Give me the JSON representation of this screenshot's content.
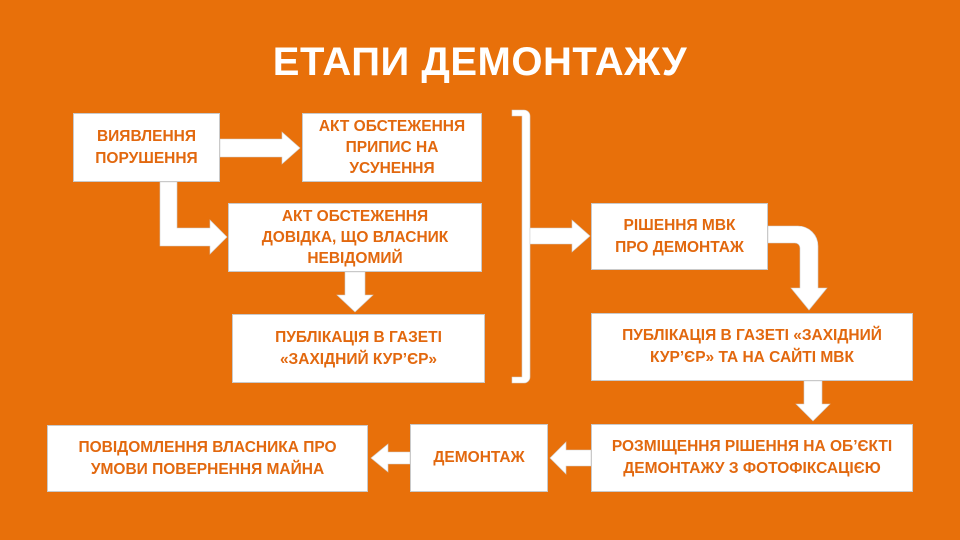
{
  "title": "ЕТАПИ ДЕМОНТАЖУ",
  "boxes": {
    "detect": "ВИЯВЛЕННЯ\nПОРУШЕННЯ",
    "act_order": "АКТ ОБСТЕЖЕННЯ\nПРИПИС НА\nУСУНЕННЯ",
    "act_unknown": "АКТ ОБСТЕЖЕННЯ\nДОВІДКА, ЩО ВЛАСНИК\nНЕВІДОМИЙ",
    "publication_newspaper": "ПУБЛІКАЦІЯ В ГАЗЕТІ\n«ЗАХІДНИЙ КУР’ЄР»",
    "decision": "РІШЕННЯ МВК\nПРО ДЕМОНТАЖ",
    "publication_site": "ПУБЛІКАЦІЯ В ГАЗЕТІ «ЗАХІДНИЙ\nКУР’ЄР» ТА НА САЙТІ МВК",
    "placement": "РОЗМІЩЕННЯ РІШЕННЯ НА ОБ’ЄКТІ\nДЕМОНТАЖУ З ФОТОФІКСАЦІЄЮ",
    "dismantling": "ДЕМОНТАЖ",
    "notification": "ПОВІДОМЛЕННЯ ВЛАСНИКА ПРО\nУМОВИ ПОВЕРНЕННЯ МАЙНА"
  },
  "colors": {
    "background": "#E8700A",
    "box_text": "#E2680E",
    "box": "#FFFFFF"
  }
}
